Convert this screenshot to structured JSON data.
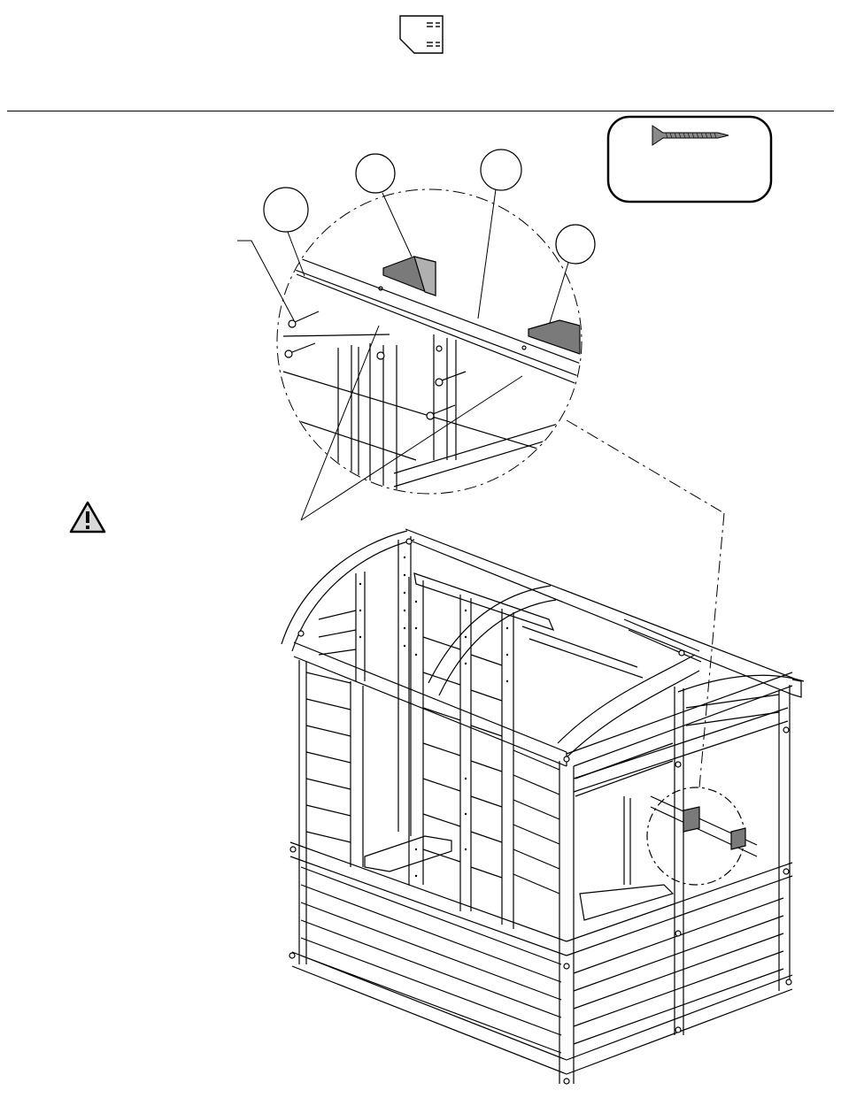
{
  "page": {
    "type": "assembly-instruction-step",
    "has_text": false
  },
  "icons": {
    "panel_orientation": "panel-orientation-icon",
    "hardware": "wood-screw-icon",
    "warning": "warning-triangle-icon"
  },
  "callouts": {
    "count": 4,
    "style": "blank-circle"
  },
  "colors": {
    "line": "#000000",
    "block_fill": "#7a7a7a",
    "block_light": "#b0b0b0",
    "warning_fill": "#d9d9d9"
  }
}
